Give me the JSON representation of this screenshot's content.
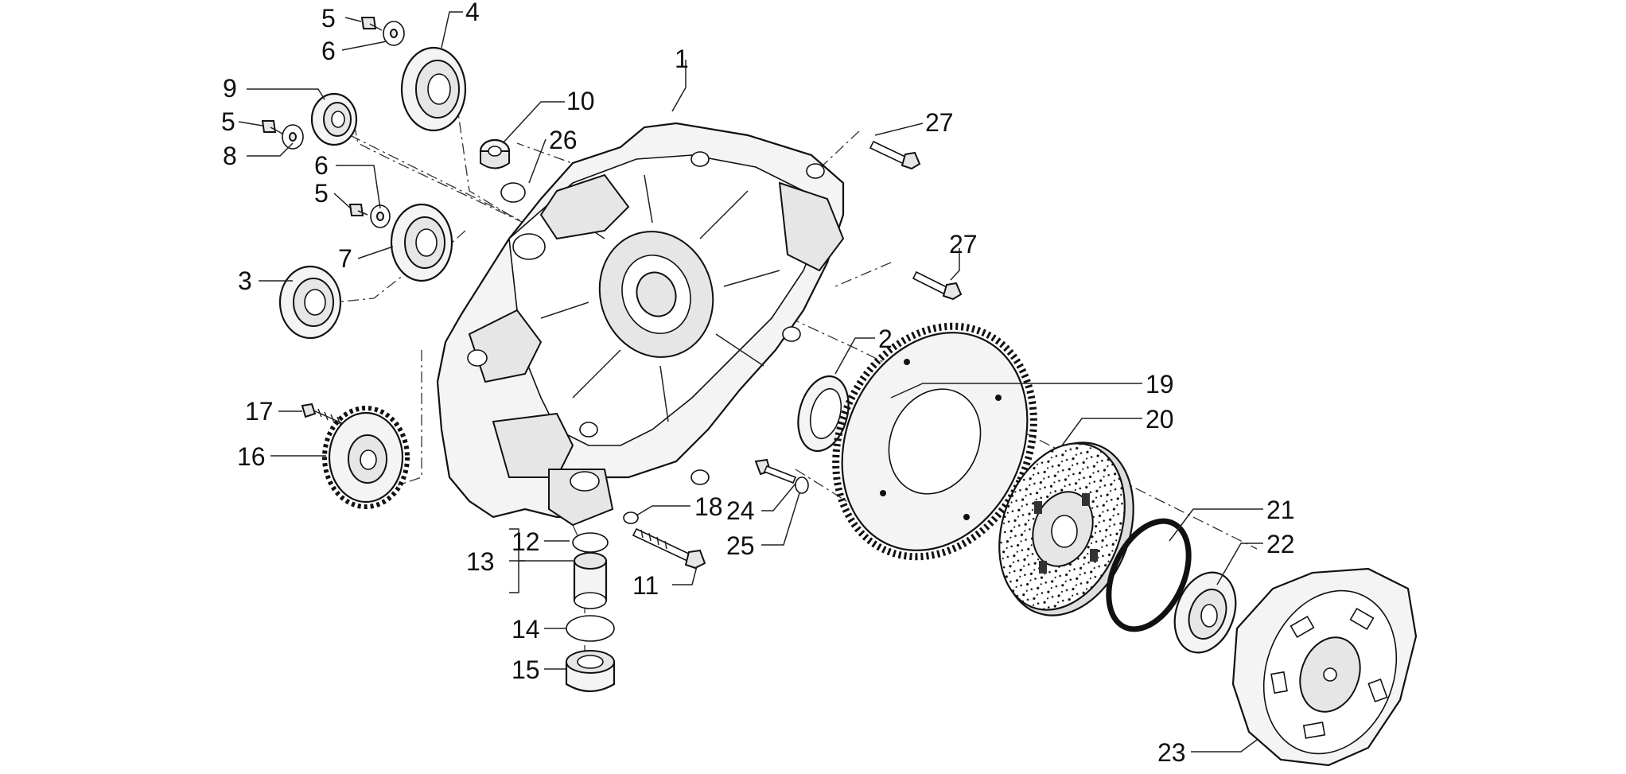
{
  "callouts": [
    {
      "id": "c1",
      "text": "1"
    },
    {
      "id": "c2",
      "text": "2"
    },
    {
      "id": "c3",
      "text": "3"
    },
    {
      "id": "c4",
      "text": "4"
    },
    {
      "id": "c5a",
      "text": "5"
    },
    {
      "id": "c5b",
      "text": "5"
    },
    {
      "id": "c5c",
      "text": "5"
    },
    {
      "id": "c6a",
      "text": "6"
    },
    {
      "id": "c6b",
      "text": "6"
    },
    {
      "id": "c7",
      "text": "7"
    },
    {
      "id": "c8",
      "text": "8"
    },
    {
      "id": "c9",
      "text": "9"
    },
    {
      "id": "c10",
      "text": "10"
    },
    {
      "id": "c11",
      "text": "11"
    },
    {
      "id": "c12",
      "text": "12"
    },
    {
      "id": "c13",
      "text": "13"
    },
    {
      "id": "c14",
      "text": "14"
    },
    {
      "id": "c15",
      "text": "15"
    },
    {
      "id": "c16",
      "text": "16"
    },
    {
      "id": "c17",
      "text": "17"
    },
    {
      "id": "c18",
      "text": "18"
    },
    {
      "id": "c19",
      "text": "19"
    },
    {
      "id": "c20",
      "text": "20"
    },
    {
      "id": "c21",
      "text": "21"
    },
    {
      "id": "c22",
      "text": "22"
    },
    {
      "id": "c23",
      "text": "23"
    },
    {
      "id": "c24",
      "text": "24"
    },
    {
      "id": "c25",
      "text": "25"
    },
    {
      "id": "c26",
      "text": "26"
    },
    {
      "id": "c27a",
      "text": "27"
    },
    {
      "id": "c27b",
      "text": "27"
    }
  ]
}
